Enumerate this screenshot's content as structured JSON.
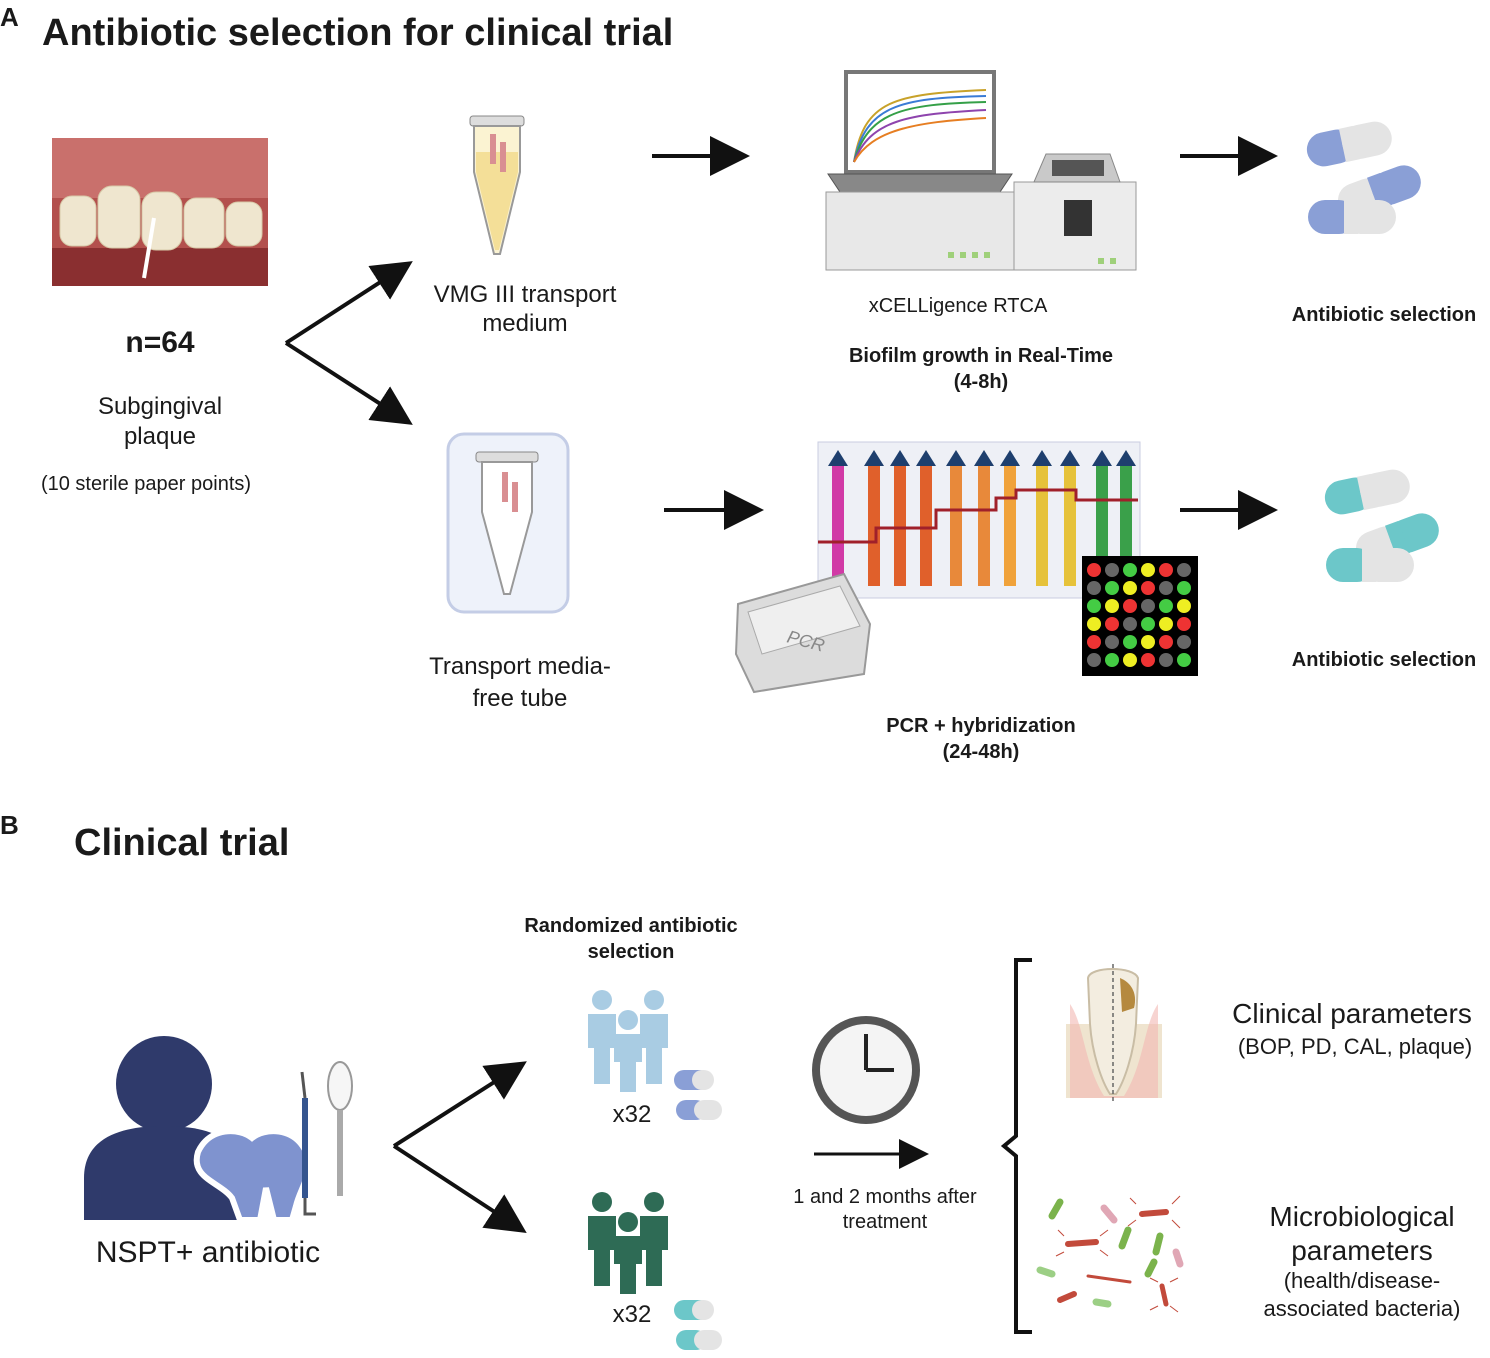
{
  "panel_a": {
    "letter": "A",
    "title": "Antibiotic selection for clinical trial",
    "sample": {
      "n": "n=64",
      "label_line1": "Subgingival",
      "label_line2": "plaque",
      "note": "(10 sterile paper points)"
    },
    "upper_path": {
      "tube_line1": "VMG III transport",
      "tube_line2": "medium",
      "instrument": "xCELLigence RTCA",
      "method_line1": "Biofilm growth in Real-Time",
      "method_line2": "(4-8h)",
      "result": "Antibiotic selection"
    },
    "lower_path": {
      "tube_line1": "Transport media-",
      "tube_line2": "free tube",
      "pcr_device_text": "PCR",
      "method_line1": "PCR  +  hybridization",
      "method_line2": "(24-48h)",
      "result": "Antibiotic selection"
    }
  },
  "panel_b": {
    "letter": "B",
    "title": "Clinical trial",
    "patient_label": "NSPT+ antibiotic",
    "randomized_line1": "Randomized antibiotic",
    "randomized_line2": "selection",
    "group1_count": "x32",
    "group2_count": "x32",
    "timing_line1": "1 and 2 months after",
    "timing_line2": "treatment",
    "outcome1_title": "Clinical parameters",
    "outcome1_detail": "(BOP, PD, CAL, plaque)",
    "outcome2_title_line1": "Microbiological",
    "outcome2_title_line2": "parameters",
    "outcome2_detail_line1": "(health/disease-",
    "outcome2_detail_line2": "associated bacteria)"
  },
  "colors": {
    "pill_blue": "#8a9fd6",
    "pill_teal": "#6cc7c9",
    "group1": "#a9cce3",
    "group2": "#2e6b55",
    "patient": "#2f3a6b",
    "tooth": "#7f93cf"
  }
}
